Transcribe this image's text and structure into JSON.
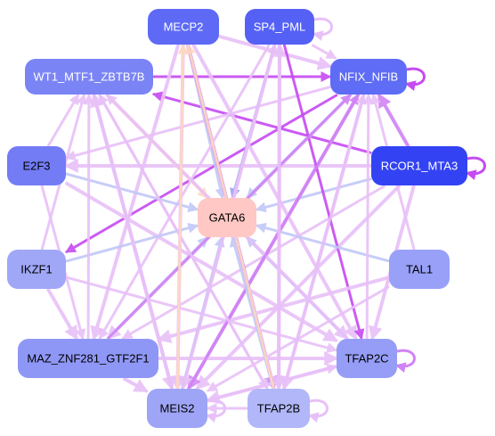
{
  "nodes": [
    {
      "id": "MECP2",
      "label": "MECP2",
      "fill": "#5e6af5",
      "text": "#ffffff"
    },
    {
      "id": "SP4_PML",
      "label": "SP4_PML",
      "fill": "#5561f5",
      "text": "#ffffff"
    },
    {
      "id": "WT1",
      "label": "WT1_MTF1_ZBTB7B",
      "fill": "#7b84f5",
      "text": "#ffffff"
    },
    {
      "id": "NFIX",
      "label": "NFIX_NFIB",
      "fill": "#5f6cf5",
      "text": "#ffffff"
    },
    {
      "id": "E2F3",
      "label": "E2F3",
      "fill": "#737cf5",
      "text": "#000000"
    },
    {
      "id": "RCOR1",
      "label": "RCOR1_MTA3",
      "fill": "#3343f3",
      "text": "#ffffff"
    },
    {
      "id": "GATA6",
      "label": "GATA6",
      "fill": "#ffc8c4",
      "text": "#000000"
    },
    {
      "id": "IKZF1",
      "label": "IKZF1",
      "fill": "#a0a7f7",
      "text": "#000000"
    },
    {
      "id": "TAL1",
      "label": "TAL1",
      "fill": "#98a0f7",
      "text": "#000000"
    },
    {
      "id": "MAZ",
      "label": "MAZ_ZNF281_GTF2F1",
      "fill": "#8f97f6",
      "text": "#000000"
    },
    {
      "id": "TFAP2C",
      "label": "TFAP2C",
      "fill": "#959df6",
      "text": "#000000"
    },
    {
      "id": "MEIS2",
      "label": "MEIS2",
      "fill": "#9ea5f7",
      "text": "#000000"
    },
    {
      "id": "TFAP2B",
      "label": "TFAP2B",
      "fill": "#b1b7f8",
      "text": "#000000"
    }
  ],
  "edges": [
    {
      "from": "WT1",
      "to": "NFIX",
      "color": "#c64af2",
      "weight": 3
    },
    {
      "from": "RCOR1",
      "to": "WT1",
      "color": "#c64af2",
      "weight": 3
    },
    {
      "from": "RCOR1",
      "to": "E2F3",
      "color": "#e8c0f8",
      "weight": 4
    },
    {
      "from": "RCOR1",
      "to": "NFIX",
      "color": "#d183f5",
      "weight": 4
    },
    {
      "from": "RCOR1",
      "to": "MEIS2",
      "color": "#e8c0f8",
      "weight": 4
    },
    {
      "from": "RCOR1",
      "to": "TFAP2C",
      "color": "#e8c0f8",
      "weight": 4
    },
    {
      "from": "RCOR1",
      "to": "MAZ",
      "color": "#e8c0f8",
      "weight": 3
    },
    {
      "from": "RCOR1",
      "to": "GATA6",
      "color": "#c2c8f7",
      "weight": 3
    },
    {
      "from": "NFIX",
      "to": "IKZF1",
      "color": "#c64af2",
      "weight": 3
    },
    {
      "from": "NFIX",
      "to": "MEIS2",
      "color": "#d38af4",
      "weight": 4
    },
    {
      "from": "NFIX",
      "to": "TFAP2B",
      "color": "#e8c0f8",
      "weight": 4
    },
    {
      "from": "NFIX",
      "to": "MAZ",
      "color": "#e8c0f8",
      "weight": 4
    },
    {
      "from": "NFIX",
      "to": "E2F3",
      "color": "#e8c0f8",
      "weight": 3
    },
    {
      "from": "NFIX",
      "to": "GATA6",
      "color": "#c2c8f7",
      "weight": 3
    },
    {
      "from": "MECP2",
      "to": "NFIX",
      "color": "#e8c0f8",
      "weight": 4
    },
    {
      "from": "MECP2",
      "to": "TFAP2C",
      "color": "#e8c0f8",
      "weight": 4
    },
    {
      "from": "MECP2",
      "to": "MEIS2",
      "color": "#e8c0f8",
      "weight": 4
    },
    {
      "from": "MECP2",
      "to": "GATA6",
      "color": "#c2c8f7",
      "weight": 3
    },
    {
      "from": "MECP2",
      "to": "MAZ",
      "color": "#e8c0f8",
      "weight": 4
    },
    {
      "from": "MECP2",
      "to": "TFAP2B",
      "color": "#d183f5",
      "weight": 4
    },
    {
      "from": "SP4_PML",
      "to": "TFAP2C",
      "color": "#c64af2",
      "weight": 3
    },
    {
      "from": "SP4_PML",
      "to": "GATA6",
      "color": "#9ba5f2",
      "weight": 3
    },
    {
      "from": "SP4_PML",
      "to": "MEIS2",
      "color": "#e8c0f8",
      "weight": 4
    },
    {
      "from": "SP4_PML",
      "to": "TFAP2B",
      "color": "#e8c0f8",
      "weight": 4
    },
    {
      "from": "SP4_PML",
      "to": "NFIX",
      "color": "#e8c0f8",
      "weight": 3
    },
    {
      "from": "SP4_PML",
      "to": "MAZ",
      "color": "#e8c0f8",
      "weight": 3
    },
    {
      "from": "WT1",
      "to": "MEIS2",
      "color": "#e8c0f8",
      "weight": 4
    },
    {
      "from": "WT1",
      "to": "TFAP2C",
      "color": "#e8c0f8",
      "weight": 4
    },
    {
      "from": "WT1",
      "to": "GATA6",
      "color": "#ffd8c0",
      "weight": 3
    },
    {
      "from": "WT1",
      "to": "TFAP2B",
      "color": "#e8c0f8",
      "weight": 3
    },
    {
      "from": "E2F3",
      "to": "GATA6",
      "color": "#c2c8f7",
      "weight": 3
    },
    {
      "from": "E2F3",
      "to": "TFAP2C",
      "color": "#e8c0f8",
      "weight": 4
    },
    {
      "from": "E2F3",
      "to": "MAZ",
      "color": "#e8c0f8",
      "weight": 3
    },
    {
      "from": "E2F3",
      "to": "WT1",
      "color": "#e8c0f8",
      "weight": 3
    },
    {
      "from": "IKZF1",
      "to": "GATA6",
      "color": "#c2c8f7",
      "weight": 3
    },
    {
      "from": "IKZF1",
      "to": "MAZ",
      "color": "#e8c0f8",
      "weight": 4
    },
    {
      "from": "IKZF1",
      "to": "WT1",
      "color": "#e8c0f8",
      "weight": 3
    },
    {
      "from": "IKZF1",
      "to": "TFAP2C",
      "color": "#e8c0f8",
      "weight": 3
    },
    {
      "from": "TAL1",
      "to": "GATA6",
      "color": "#c2c8f7",
      "weight": 3
    },
    {
      "from": "TAL1",
      "to": "MAZ",
      "color": "#e8c0f8",
      "weight": 4
    },
    {
      "from": "TAL1",
      "to": "NFIX",
      "color": "#e8c0f8",
      "weight": 3
    },
    {
      "from": "TAL1",
      "to": "MEIS2",
      "color": "#e8c0f8",
      "weight": 3
    },
    {
      "from": "MAZ",
      "to": "GATA6",
      "color": "#c2c8f7",
      "weight": 3
    },
    {
      "from": "MAZ",
      "to": "TFAP2C",
      "color": "#e8c0f8",
      "weight": 4
    },
    {
      "from": "MAZ",
      "to": "NFIX",
      "color": "#d183f5",
      "weight": 3
    },
    {
      "from": "MAZ",
      "to": "MEIS2",
      "color": "#e8c0f8",
      "weight": 4
    },
    {
      "from": "MAZ",
      "to": "WT1",
      "color": "#e8c0f8",
      "weight": 3
    },
    {
      "from": "TFAP2C",
      "to": "GATA6",
      "color": "#c2c8f7",
      "weight": 3
    },
    {
      "from": "TFAP2C",
      "to": "MEIS2",
      "color": "#e8c0f8",
      "weight": 4
    },
    {
      "from": "TFAP2C",
      "to": "WT1",
      "color": "#e8c0f8",
      "weight": 3
    },
    {
      "from": "TFAP2C",
      "to": "NFIX",
      "color": "#e8c0f8",
      "weight": 3
    },
    {
      "from": "MEIS2",
      "to": "GATA6",
      "color": "#c2c8f7",
      "weight": 3
    },
    {
      "from": "MEIS2",
      "to": "NFIX",
      "color": "#d183f5",
      "weight": 3
    },
    {
      "from": "MEIS2",
      "to": "WT1",
      "color": "#e8c0f8",
      "weight": 4
    },
    {
      "from": "MEIS2",
      "to": "TFAP2C",
      "color": "#e8c0f8",
      "weight": 3
    },
    {
      "from": "TFAP2B",
      "to": "GATA6",
      "color": "#c2c8f7",
      "weight": 3
    },
    {
      "from": "TFAP2B",
      "to": "MEIS2",
      "color": "#e8c0f8",
      "weight": 3
    },
    {
      "from": "TFAP2B",
      "to": "WT1",
      "color": "#e8c0f8",
      "weight": 3
    },
    {
      "from": "TFAP2B",
      "to": "NFIX",
      "color": "#e8c0f8",
      "weight": 3
    },
    {
      "from": "TFAP2B",
      "to": "MECP2",
      "color": "#ffd8c0",
      "weight": 3
    },
    {
      "from": "TFAP2B",
      "to": "SP4_PML",
      "color": "#e8c0f8",
      "weight": 4
    },
    {
      "from": "MEIS2",
      "to": "MECP2",
      "color": "#ffd8c0",
      "weight": 3
    },
    {
      "from": "MEIS2",
      "to": "SP4_PML",
      "color": "#e8c0f8",
      "weight": 3
    }
  ],
  "self_loops": [
    {
      "node": "NFIX",
      "color": "#c64af2"
    },
    {
      "node": "RCOR1",
      "color": "#c64af2"
    },
    {
      "node": "TFAP2C",
      "color": "#d183f5"
    },
    {
      "node": "MEIS2",
      "color": "#e8c0f8"
    },
    {
      "node": "TFAP2B",
      "color": "#e8c0f8"
    },
    {
      "node": "SP4_PML",
      "color": "#e8c0f8"
    }
  ]
}
